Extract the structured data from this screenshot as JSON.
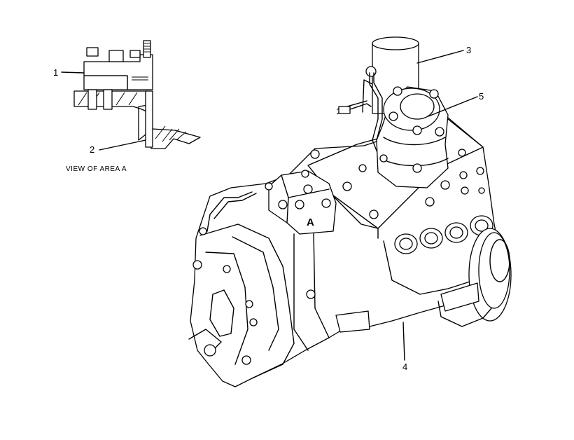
{
  "callouts": {
    "c1": "1",
    "c2": "2",
    "c3": "3",
    "c4": "4",
    "c5": "5"
  },
  "detail_caption": "VIEW OF AREA A",
  "area_marker": "A",
  "colors": {
    "line": "#000000",
    "background": "#ffffff"
  }
}
